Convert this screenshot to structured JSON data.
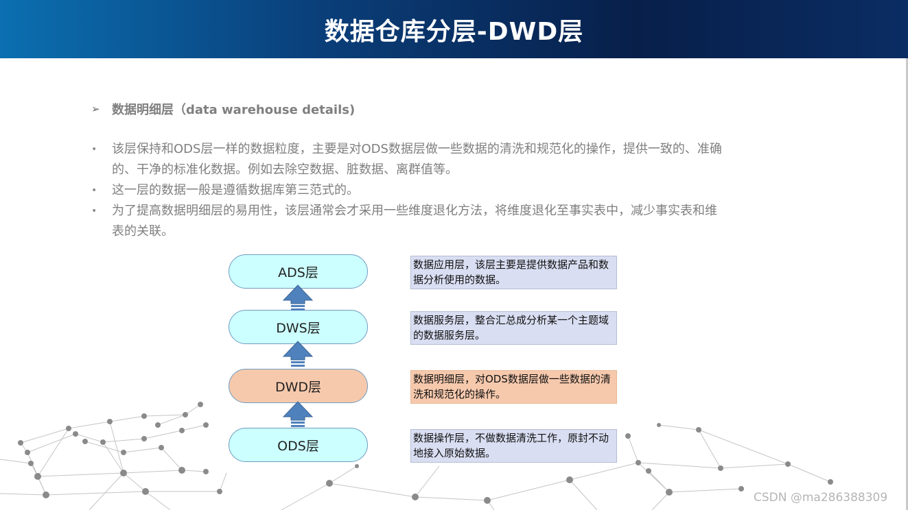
{
  "header": {
    "title": "数据仓库分层-DWD层"
  },
  "section": {
    "bullet": "➢",
    "heading": "数据明细层（data warehouse details)"
  },
  "bullets": [
    "该层保持和ODS层一样的数据粒度，主要是对ODS数据层做一些数据的清洗和规范化的操作，提供一致的、准确的、干净的标准化数据。例如去除空数据、脏数据、离群值等。",
    "这一层的数据一般是遵循数据库第三范式的。",
    "为了提高数据明细层的易用性，该层通常会才采用一些维度退化方法，将维度退化至事实表中，减少事实表和维表的关联。"
  ],
  "bullet_marker": "•",
  "diagram": {
    "layers": [
      {
        "label": "ADS层",
        "description": "数据应用层，该层主要是提供数据产品和数据分析使用的数据。",
        "highlight": false
      },
      {
        "label": "DWS层",
        "description": "数据服务层，整合汇总成分析某一个主题域的数据服务层。",
        "highlight": false
      },
      {
        "label": "DWD层",
        "description": "数据明细层，对ODS数据层做一些数据的清洗和规范化的操作。",
        "highlight": true
      },
      {
        "label": "ODS层",
        "description": "数据操作层，不做数据清洗工作，原封不动地接入原始数据。",
        "highlight": false
      }
    ],
    "colors": {
      "layer_fill": "#ccffff",
      "highlight_fill": "#f6c9ad",
      "desc_fill": "#d9def2",
      "arrow": "#4f81bd",
      "header_dark": "#081f4a",
      "header_light": "#0b6fb0"
    }
  },
  "watermark": "CSDN @ma286388309"
}
